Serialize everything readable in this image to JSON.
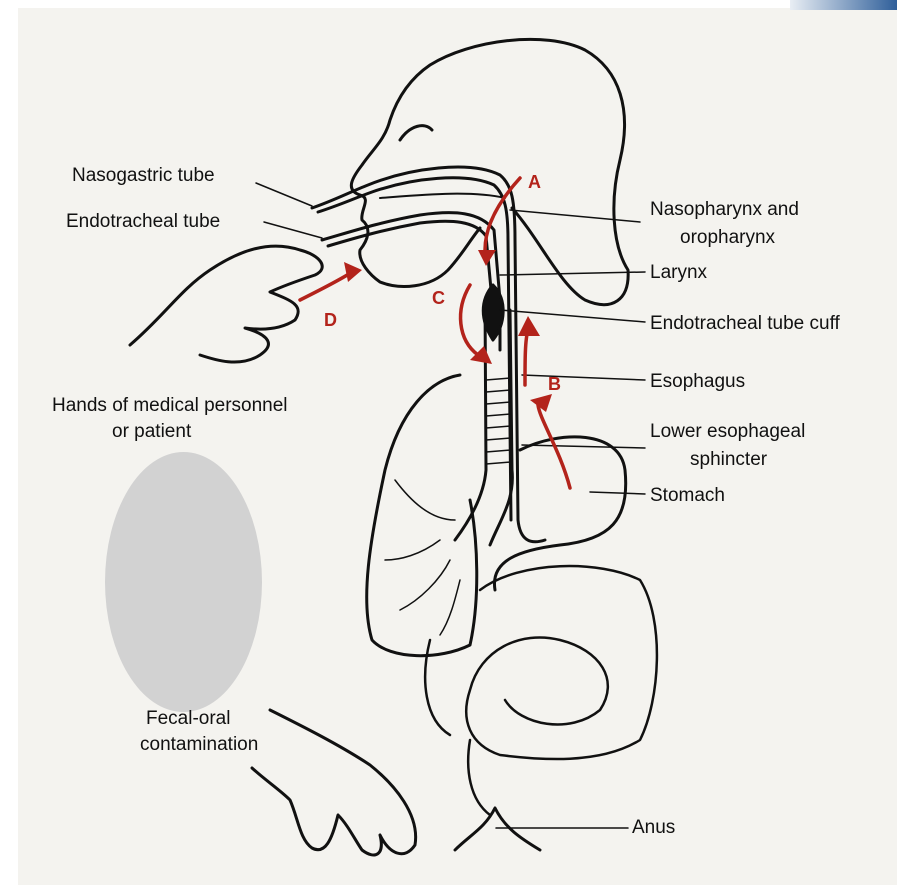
{
  "labels": {
    "nasogastric_tube": "Nasogastric tube",
    "endotracheal_tube": "Endotracheal tube",
    "nasopharynx_line1": "Nasopharynx and",
    "nasopharynx_line2": "oropharynx",
    "larynx": "Larynx",
    "endotracheal_cuff": "Endotracheal tube cuff",
    "esophagus": "Esophagus",
    "les_line1": "Lower esophageal",
    "les_line2": "sphincter",
    "stomach": "Stomach",
    "hands_line1": "Hands of medical personnel",
    "hands_line2": "or patient",
    "fecal_line1": "Fecal-oral",
    "fecal_line2": "contamination",
    "anus": "Anus"
  },
  "route_letters": {
    "a": "A",
    "b": "B",
    "c": "C",
    "d": "D"
  },
  "colors": {
    "route_arrow": "#b3231b",
    "ink": "#111111",
    "paper": "#f4f3ef",
    "blur_patch": "#d2d2d2"
  }
}
